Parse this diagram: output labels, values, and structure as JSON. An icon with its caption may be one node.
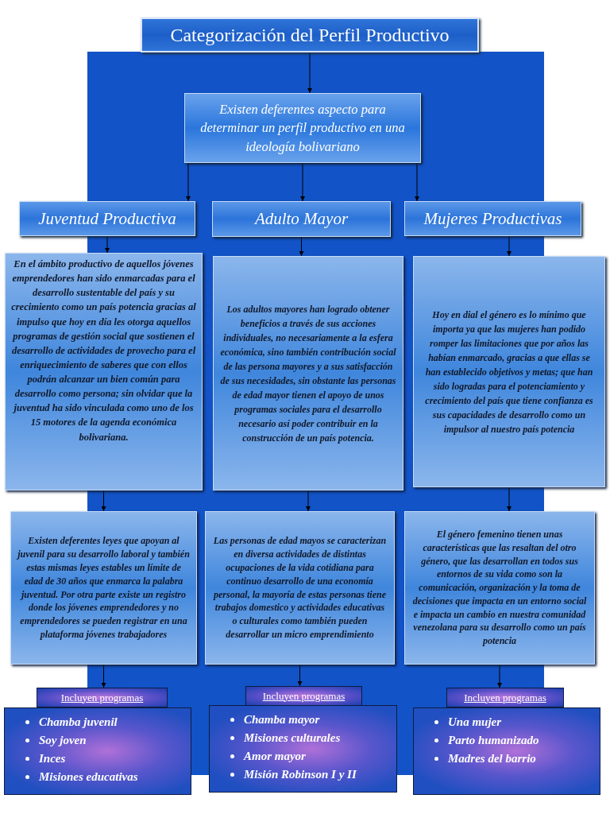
{
  "diagram": {
    "nodes": [
      {
        "text": [
          "Categorización del Perfil Productivo"
        ]
      },
      {
        "text": [
          "Existen deferentes aspecto para determinar un perfil productivo en una ideología bolivariano"
        ]
      },
      {
        "text": [
          "Juventud Productiva"
        ]
      },
      {
        "text": [
          "Adulto Mayor"
        ]
      },
      {
        "text": [
          "Mujeres Productivas"
        ]
      },
      {
        "text": [
          "En el ámbito productivo  de aquellos jóvenes emprendedores han sido enmarcadas para el desarrollo sustentable  del país y su crecimiento como un país potencia gracias al impulso que hoy en día les otorga aquellos programas de gestión social que sostienen el  desarrollo de actividades de provecho para el enriquecimiento de saberes que con ellos podrán alcanzar un bien común para desarrollo como persona; sin olvidar que la juventud ha sido vinculada como uno de los 15 motores de la agenda económica bolivariana."
        ]
      },
      {
        "text": [
          "Los adultos mayores han logrado obtener beneficios a través de sus acciones  individuales, no necesariamente a la esfera económica, sino también contribución social de las persona mayores y a sus satisfacción de sus necesidades, sin obstante las personas de edad mayor tienen el apoyo de unos programas sociales para el desarrollo necesario así poder contribuir en la construcción de un país potencia."
        ]
      },
      {
        "text": [
          "Hoy en dial el género es lo mínimo que importa ya que las mujeres han podido romper las limitaciones que por años las habían enmarcado, gracias a que ellas se han  establecido objetivos y metas; que han sido logradas para el potenciamiento y crecimiento del país que  tiene confianza es sus capacidades de desarrollo como un impulsor  al nuestro país potencia"
        ]
      },
      {
        "text": [
          "Existen deferentes leyes que apoyan al juvenil  para su desarrollo laboral y también estas mismas leyes estables un límite de edad de 30 años que enmarca la palabra juventud. Por otra parte existe  un registro donde los jóvenes emprendedores y no emprendedores se pueden registrar en una plataforma jóvenes trabajadores"
        ]
      },
      {
        "text": [
          "Las personas de edad mayos se caracterizan en diversa actividades de distintas ocupaciones de la vida cotidiana para continuo desarrollo de una economía personal, la mayoría de estas personas  tiene trabajos domestico y actividades educativas o culturales como también pueden desarrollar un micro emprendimiento"
        ]
      },
      {
        "text": [
          "El género femenino  tienen unas características que las resaltan del otro género, que las desarrollan en todos sus entornos de su vida como son la comunicación, organización y la toma de decisiones  que impacta en un entorno social e impacta un cambio en nuestra comunidad venezolana para su desarrollo como un país potencia"
        ]
      },
      {
        "text": [
          "Incluyen programas"
        ]
      },
      {
        "text": [
          "Incluyen programas"
        ]
      },
      {
        "text": [
          "Incluyen programas"
        ]
      },
      {
        "text": [
          "Chamba juvenil",
          "Soy joven",
          "Inces",
          "Misiones educativas"
        ]
      },
      {
        "text": [
          "Chamba mayor",
          "Misiones culturales",
          "Amor mayor",
          "Misión Robinson I y II"
        ]
      },
      {
        "text": [
          "Una mujer",
          "Parto humanizado",
          "Madres del barrio"
        ]
      }
    ],
    "edges": [
      {
        "from": 0,
        "to": 1,
        "arrow": "to"
      },
      {
        "from": 1,
        "to": 2,
        "arrow": "to"
      },
      {
        "from": 1,
        "to": 3,
        "arrow": "to"
      },
      {
        "from": 1,
        "to": 4,
        "arrow": "to"
      },
      {
        "from": 2,
        "to": 5,
        "arrow": "to"
      },
      {
        "from": 3,
        "to": 6,
        "arrow": "to"
      },
      {
        "from": 4,
        "to": 7,
        "arrow": "to"
      },
      {
        "from": 5,
        "to": 8,
        "arrow": "to"
      },
      {
        "from": 6,
        "to": 9,
        "arrow": "to"
      },
      {
        "from": 7,
        "to": 10,
        "arrow": "to"
      },
      {
        "from": 8,
        "to": 11,
        "arrow": "to"
      },
      {
        "from": 9,
        "to": 12,
        "arrow": "to"
      },
      {
        "from": 10,
        "to": 13,
        "arrow": "to"
      }
    ]
  }
}
